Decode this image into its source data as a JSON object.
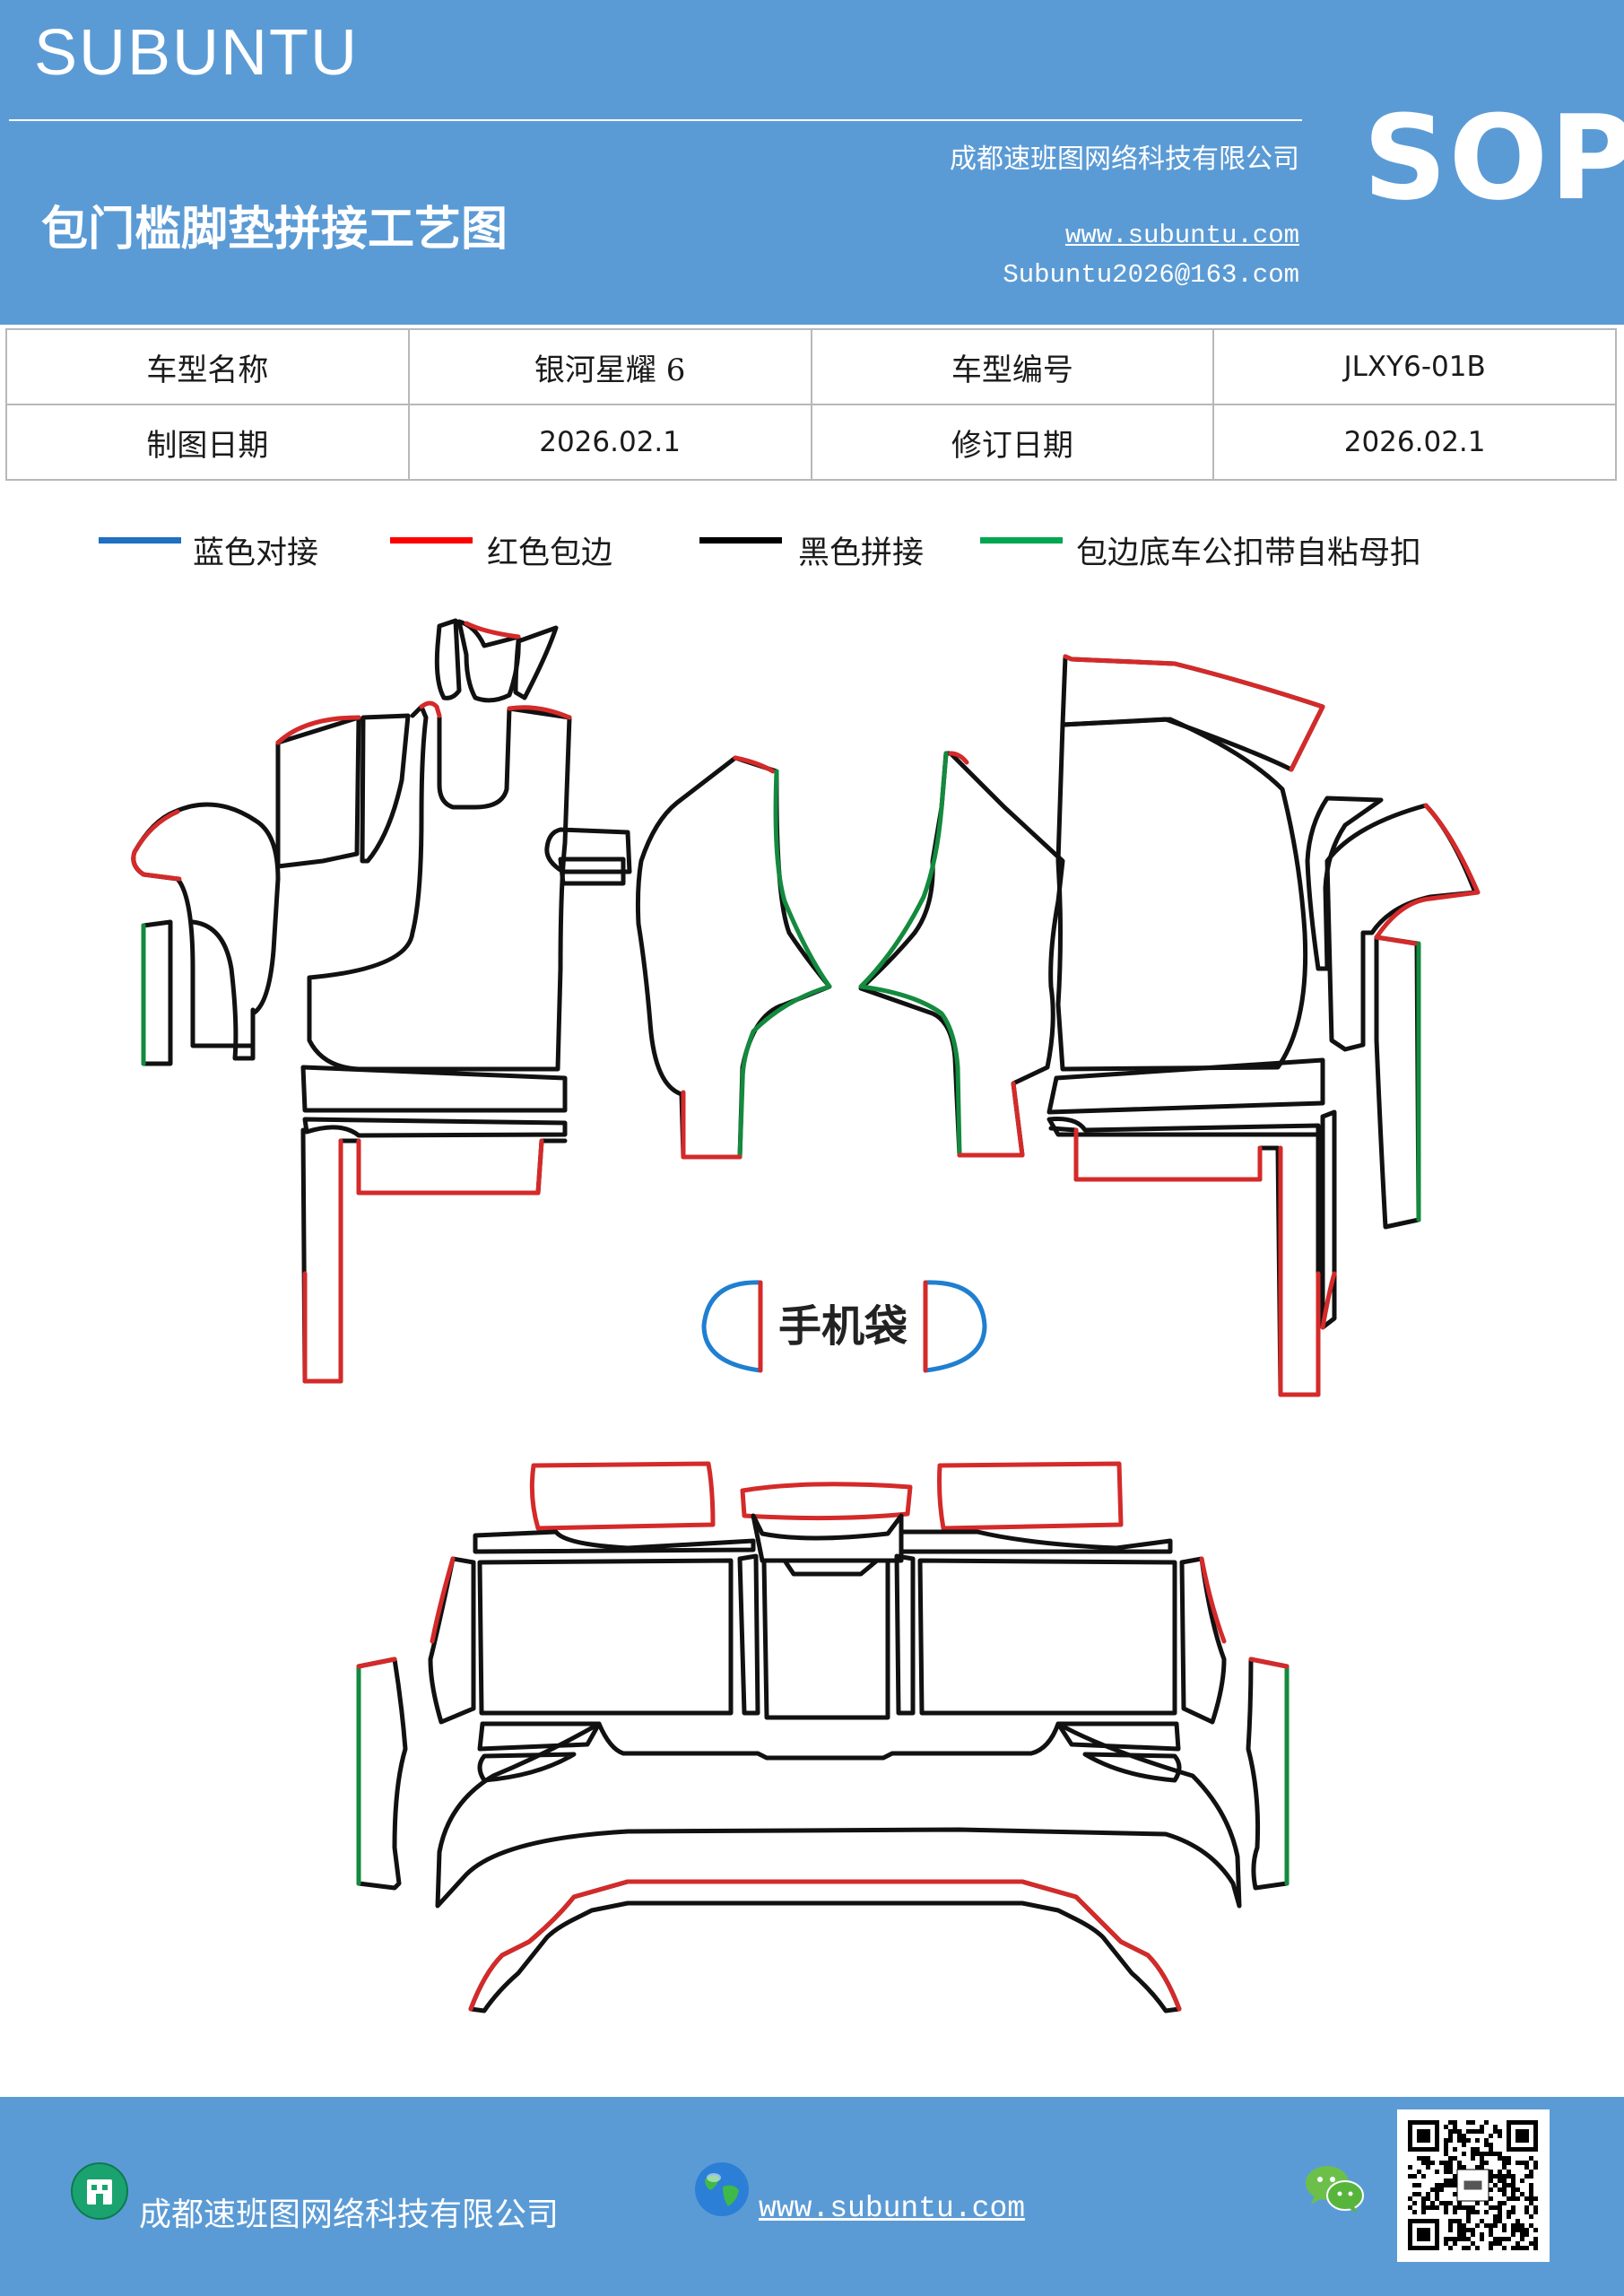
{
  "header": {
    "brand": "SUBUNTU",
    "company": "成都速班图网络科技有限公司",
    "title": "包门槛脚垫拼接工艺图",
    "website": "www.subuntu.com",
    "email": "Subuntu2026@163.com",
    "badge": "SOP",
    "background_color": "#5b9bd5"
  },
  "info_table": {
    "rows": [
      [
        {
          "text": "车型名称",
          "kind": "label"
        },
        {
          "text": "银河星耀 6",
          "kind": "value"
        },
        {
          "text": "车型编号",
          "kind": "label"
        },
        {
          "text": "JLXY6-01B",
          "kind": "value"
        }
      ],
      [
        {
          "text": "制图日期",
          "kind": "label"
        },
        {
          "text": "2026.02.1",
          "kind": "value"
        },
        {
          "text": "修订日期",
          "kind": "label"
        },
        {
          "text": "2026.02.1",
          "kind": "value"
        }
      ]
    ]
  },
  "legend": [
    {
      "label": "蓝色对接",
      "color": "#1f6fc2"
    },
    {
      "label": "红色包边",
      "color": "#ff0000"
    },
    {
      "label": "黑色拼接",
      "color": "#000000"
    },
    {
      "label": "包边底车公扣带自粘母扣",
      "color": "#00a651"
    }
  ],
  "diagram": {
    "phone_pocket_label": "手机袋",
    "colors": {
      "black": "#111111",
      "red": "#d42a2a",
      "green": "#138a3e",
      "blue": "#1f7fd1"
    }
  },
  "footer": {
    "company": "成都速班图网络科技有限公司",
    "website": "www.subuntu.com",
    "building_icon": "building-icon",
    "globe_icon": "globe-icon",
    "wechat_icon": "wechat-icon",
    "qr_icon": "qr-code"
  }
}
